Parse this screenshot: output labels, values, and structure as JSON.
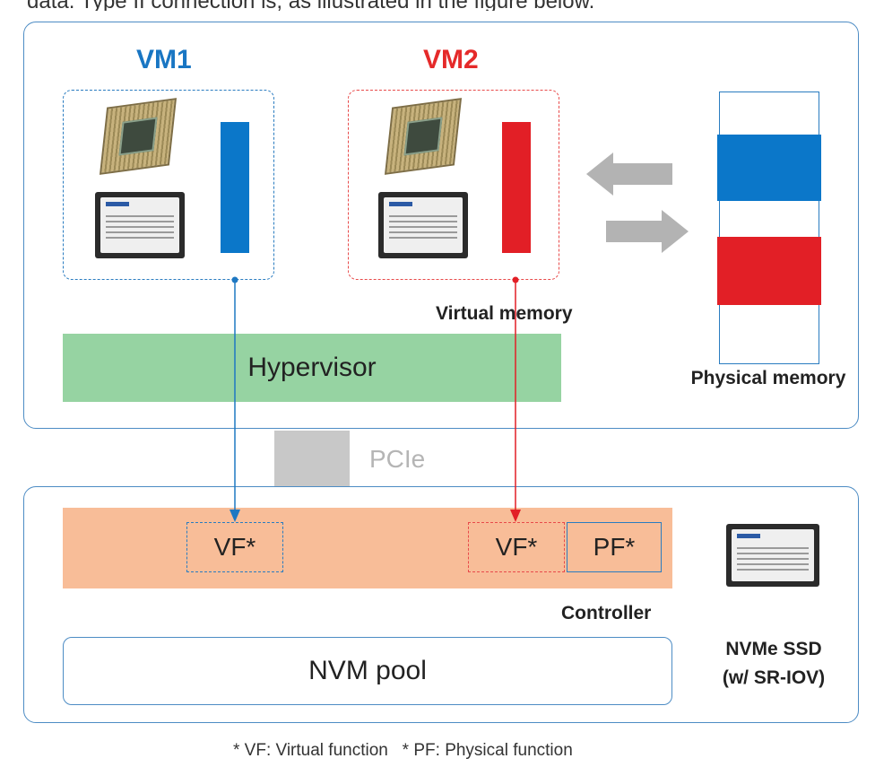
{
  "caption_top": "data. Type II connection is, as illustrated in the figure below.",
  "host": {
    "vm1_label": "VM1",
    "vm2_label": "VM2",
    "virtual_memory_label": "Virtual memory",
    "physical_memory_label": "Physical memory",
    "hypervisor_label": "Hypervisor"
  },
  "link": {
    "pcie_label": "PCIe"
  },
  "ssd": {
    "vf1_label": "VF*",
    "vf2_label": "VF*",
    "pf_label": "PF*",
    "controller_label": "Controller",
    "nvm_pool_label": "NVM pool",
    "device_label_line1": "NVMe SSD",
    "device_label_line2": "(w/ SR-IOV)"
  },
  "footnote": "* VF: Virtual function   * PF: Physical function",
  "colors": {
    "vm1_blue": "#0b77c9",
    "vm2_red": "#e21f26",
    "hypervisor_green": "#96d3a2",
    "controller_orange": "#f8bd98",
    "pcie_gray": "#c8c8c8",
    "panel_border": "#4d8cc4"
  },
  "icons": [
    "cpu-chip-icon",
    "ssd-drive-icon",
    "arrow-left-icon",
    "arrow-right-icon"
  ]
}
